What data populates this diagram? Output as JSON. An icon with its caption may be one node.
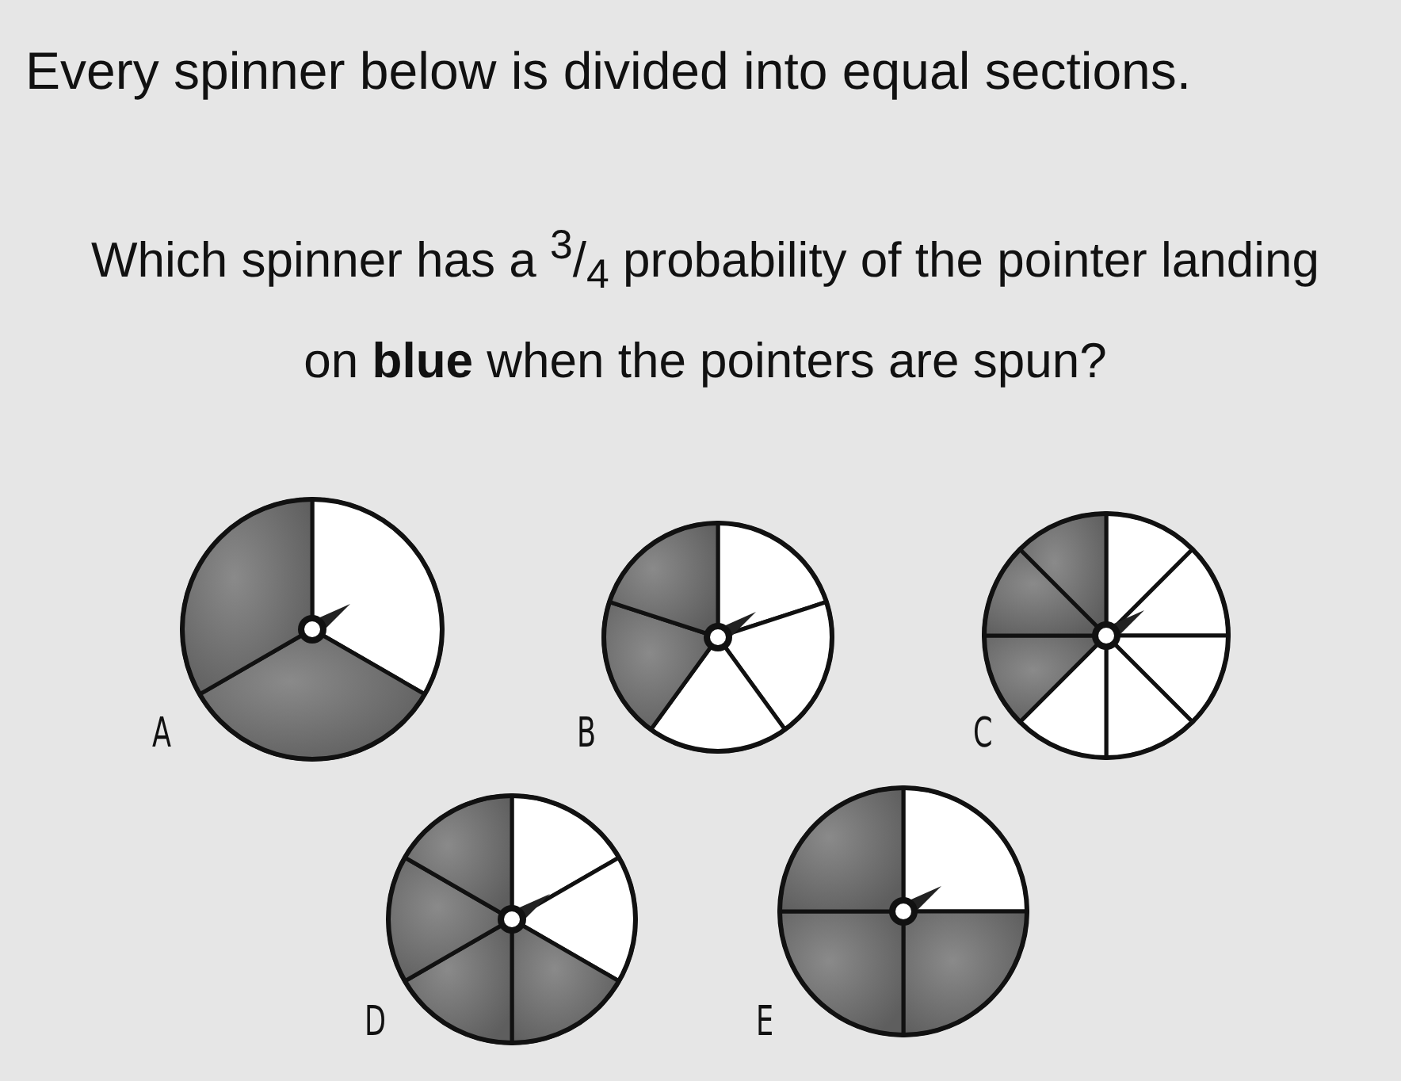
{
  "diagram": {
    "title": "Every spinner below is divided into equal sections.",
    "nodes": [
      {
        "text": [],
        "shape": "circle",
        "beside": [
          "A"
        ]
      },
      {
        "text": [],
        "shape": "circle",
        "beside": [
          "B"
        ]
      },
      {
        "text": [],
        "shape": "circle",
        "beside": [
          "C"
        ]
      },
      {
        "text": [],
        "shape": "circle",
        "beside": [
          "D"
        ]
      },
      {
        "text": [],
        "shape": "circle",
        "beside": [
          "E"
        ]
      }
    ],
    "labels": [
      "Which spinner has a $^{3}$/$_{4}$ probability of the pointer landing on **blue** when the pointers are spun?"
    ]
  }
}
